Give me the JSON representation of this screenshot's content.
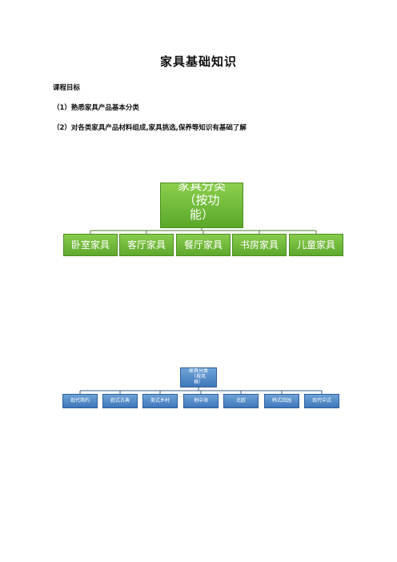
{
  "document": {
    "title": "家具基础知识",
    "lines": [
      "课程目标",
      "（1）熟悉家具产品基本分类",
      "（2）对各类家具产品材料组成,家具挑选,保养等知识有基础了解"
    ]
  },
  "diagram_function": {
    "root": "家具分类\n（按功\n能）",
    "children": [
      "卧室家具",
      "客厅家具",
      "餐厅家具",
      "书房家具",
      "儿童家具"
    ],
    "color": "#6ab536"
  },
  "diagram_style": {
    "root": "家具分类\n（按风\n格）",
    "children": [
      "现代简约",
      "欧式古典",
      "美式乡村",
      "地中海",
      "北欧",
      "韩式田园",
      "现代中式"
    ],
    "color": "#4a82c4"
  }
}
